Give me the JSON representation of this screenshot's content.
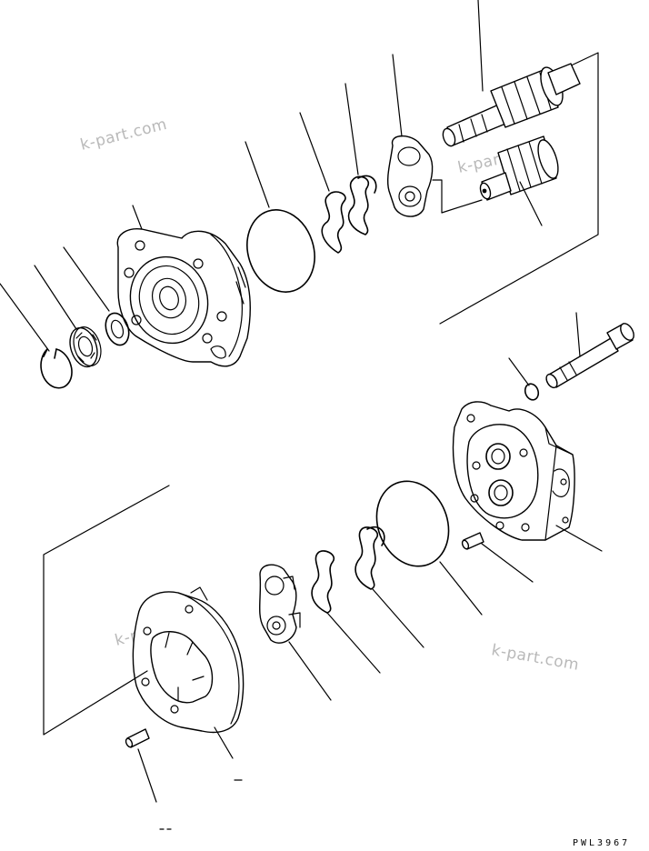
{
  "watermarks": [
    {
      "text": "k-part.com"
    },
    {
      "text": "k-part.com"
    },
    {
      "text": "k-part.com"
    },
    {
      "text": "k-part.com"
    }
  ],
  "drawing_code": "PWL3967"
}
